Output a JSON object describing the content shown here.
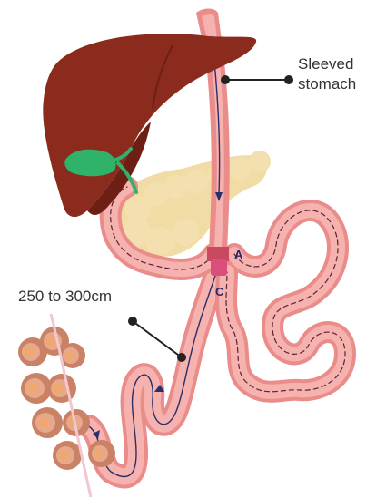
{
  "labels": {
    "sleeved_line1": "Sleeved",
    "sleeved_line2": "stomach",
    "length": "250 to 300cm",
    "point_a": "A",
    "point_c": "C"
  },
  "colors": {
    "liver": "#8b2b1e",
    "liver_shadow": "#6e1f15",
    "gallbladder": "#2fb26a",
    "pancreas": "#f2dca6",
    "intestine_outer": "#e98c8a",
    "intestine_inner": "#f6b2ae",
    "anastomosis": "#d94e7a",
    "flow_line": "#2a2e6a",
    "dash_line": "#5a2330",
    "ileum_cross": "#c98266",
    "ileum_core": "#f2a86a",
    "pointer": "#222222"
  }
}
